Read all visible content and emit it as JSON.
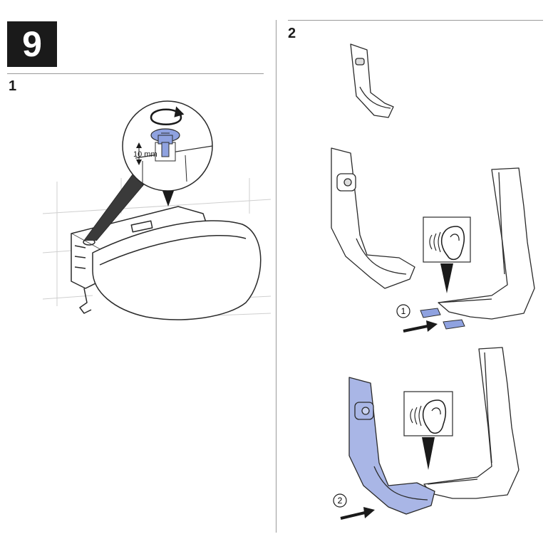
{
  "step": {
    "number": "9"
  },
  "left_panel": {
    "number": "1",
    "measurement": "10 mm"
  },
  "right_panel": {
    "number": "2",
    "callouts": [
      "1",
      "2"
    ]
  },
  "icons": [
    "rotate-icon",
    "ear-icon",
    "arrow-right-icon"
  ],
  "colors": {
    "highlight": "#a9b6e6",
    "line": "#2a2a2a",
    "rule": "#9a9a9a"
  }
}
